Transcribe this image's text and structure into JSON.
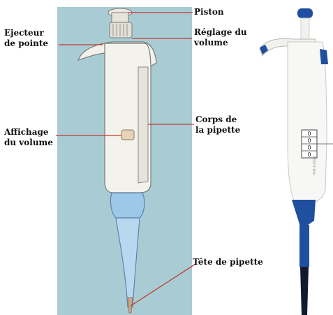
{
  "labels": {
    "piston": "Piston",
    "ejecteur_line1": "Ejecteur",
    "ejecteur_line2": "de pointe",
    "reglage_line1": "Réglage du",
    "reglage_line2": "volume",
    "affichage_line1": "Affichage",
    "affichage_line2": "du volume",
    "corps_line1": "Corps de",
    "corps_line2": "la pipette",
    "tete": "Tête de pipette"
  },
  "photo": {
    "volume_digits": [
      "0",
      "0",
      "0",
      "0"
    ],
    "model_text": "MN-1000μl"
  },
  "colors": {
    "panel_background": "#a9ccd4",
    "leader_line": "#c0392b",
    "pipette_blue": "#1f4f9e",
    "tip_light_blue": "#9ec8e8",
    "body_white": "#f7f7f5"
  }
}
